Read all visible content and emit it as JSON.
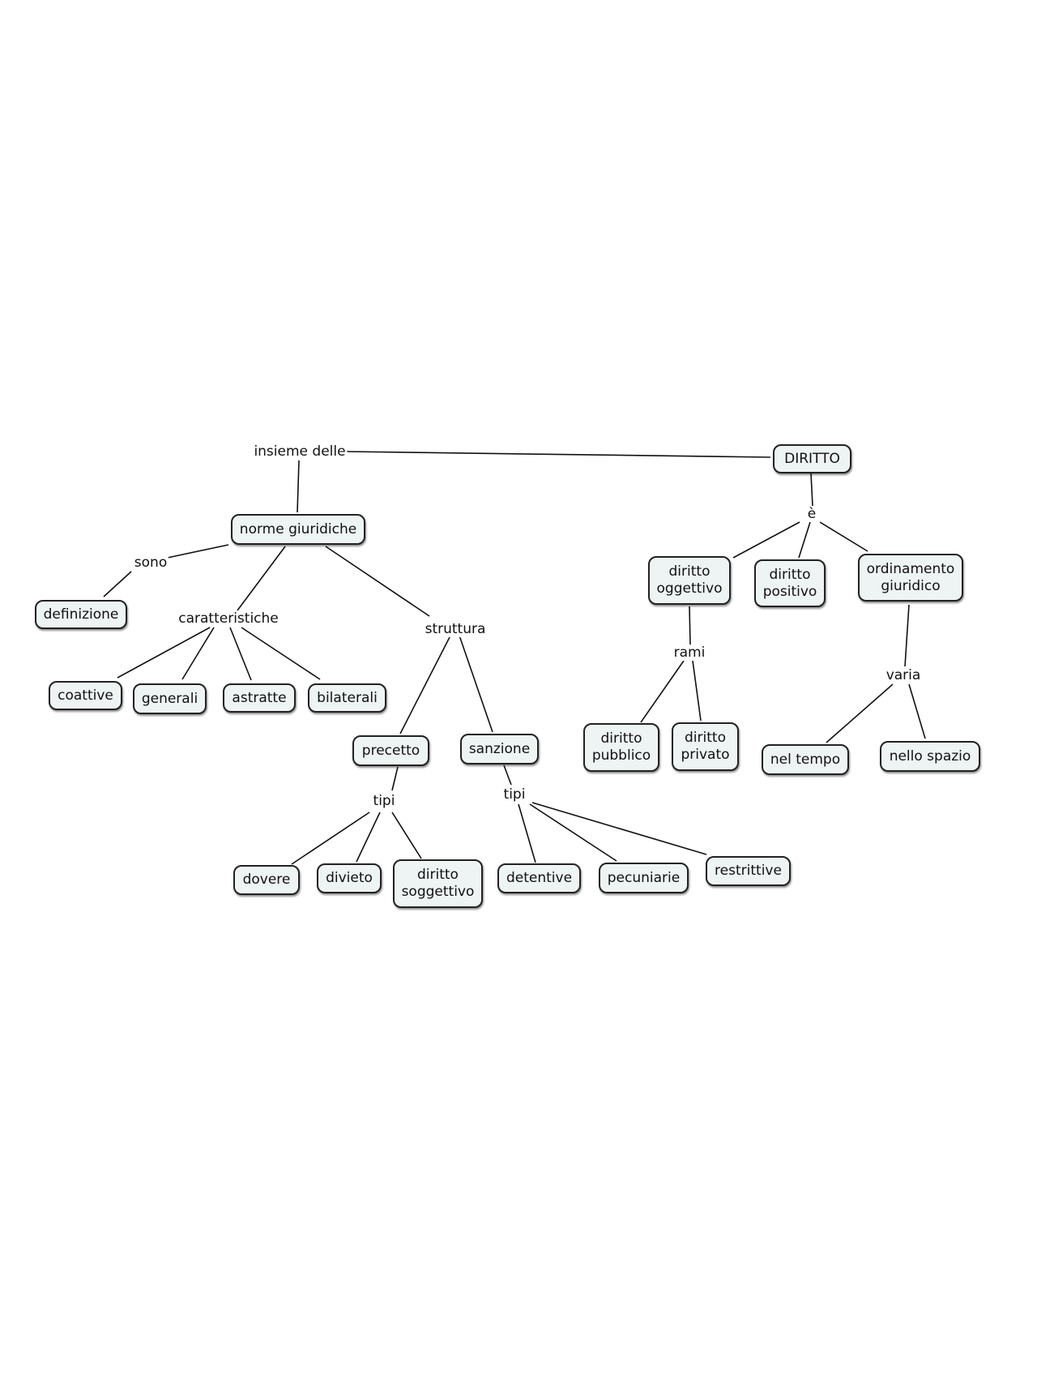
{
  "nodes": {
    "diritto": "DIRITTO",
    "norme_giuridiche": "norme giuridiche",
    "definizione": "definizione",
    "coattive": "coattive",
    "generali": "generali",
    "astratte": "astratte",
    "bilaterali": "bilaterali",
    "precetto": "precetto",
    "sanzione": "sanzione",
    "dovere": "dovere",
    "divieto": "divieto",
    "diritto_soggettivo": "diritto\nsoggettivo",
    "detentive": "detentive",
    "pecuniarie": "pecuniarie",
    "restrittive": "restrittive",
    "diritto_oggettivo": "diritto\noggettivo",
    "diritto_positivo": "diritto\npositivo",
    "ordinamento_giuridico": "ordinamento\ngiuridico",
    "diritto_pubblico": "diritto\npubblico",
    "diritto_privato": "diritto\nprivato",
    "nel_tempo": "nel tempo",
    "nello_spazio": "nello spazio"
  },
  "links": {
    "insieme_delle": "insieme delle",
    "sono": "sono",
    "caratteristiche": "caratteristiche",
    "struttura": "struttura",
    "tipi_precetto": "tipi",
    "tipi_sanzione": "tipi",
    "e": "è",
    "rami": "rami",
    "varia": "varia"
  }
}
